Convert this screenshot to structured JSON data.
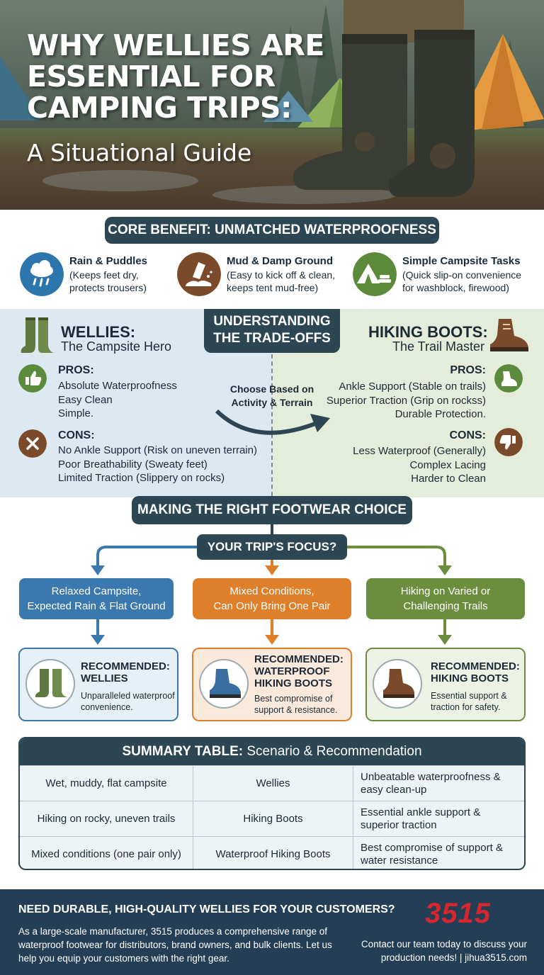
{
  "hero": {
    "title": "WHY WELLIES ARE ESSENTIAL FOR CAMPING TRIPS:",
    "subtitle": "A Situational Guide"
  },
  "core": {
    "title": "CORE BENEFIT: UNMATCHED WATERPROOFNESS",
    "benefits": [
      {
        "icon": "rain-cloud-icon",
        "title": "Rain & Puddles",
        "line1": "(Keeps feet dry,",
        "line2": "protects trousers)",
        "color": "#2d75ad"
      },
      {
        "icon": "mud-boot-icon",
        "title": "Mud & Damp Ground",
        "line1": "(Easy to kick off & clean,",
        "line2": "keeps tent mud-free)",
        "color": "#7a4a2a"
      },
      {
        "icon": "campsite-tent-icon",
        "title": "Simple Campsite Tasks",
        "line1": "(Quick slip-on convenience",
        "line2": "for washblock, firewood)",
        "color": "#5a8a3a"
      }
    ]
  },
  "tradeoffs": {
    "title_line1": "UNDERSTANDING",
    "title_line2": "THE TRADE-OFFS",
    "choose_line1": "Choose Based on",
    "choose_line2": "Activity & Terrain",
    "wellies": {
      "heading": "WELLIES:",
      "sub": "The Campsite Hero",
      "pros_label": "PROS:",
      "pros": [
        "Absolute Waterproofness",
        "Easy Clean",
        "Simple."
      ],
      "cons_label": "CONS:",
      "cons": [
        "No Ankle Support (Risk on uneven terrain)",
        "Poor Breathability (Sweaty feet)",
        "Limited Traction (Slippery on rocks)"
      ]
    },
    "boots": {
      "heading": "HIKING BOOTS:",
      "sub": "The Trail Master",
      "pros_label": "PROS:",
      "pros": [
        "Ankle Support (Stable on trails)",
        "Superior Traction (Grip on rockss)",
        "Durable Protection."
      ],
      "cons_label": "CONS:",
      "cons": [
        "Less Waterproof (Generally)",
        "Complex Lacing",
        "Harder to Clean"
      ]
    }
  },
  "decision": {
    "title": "MAKING THE RIGHT FOOTWEAR CHOICE",
    "focus": "YOUR TRIP'S FOCUS?",
    "options": [
      {
        "line1": "Relaxed Campsite,",
        "line2": "Expected Rain & Flat Ground",
        "color": "#3a78ad"
      },
      {
        "line1": "Mixed Conditions,",
        "line2": "Can Only Bring One Pair",
        "color": "#e07f2a"
      },
      {
        "line1": "Hiking on Varied or",
        "line2": "Challenging Trails",
        "color": "#6b8e3e"
      }
    ],
    "recs": [
      {
        "t1": "RECOMMENDED:",
        "t2": "WELLIES",
        "t3": "",
        "d1": "Unparalleled waterproof",
        "d2": "convenience.",
        "border": "#3a78ad",
        "bg": "#e6f0f7"
      },
      {
        "t1": "RECOMMENDED:",
        "t2": "WATERPROOF",
        "t3": "HIKING BOOTS",
        "d1": "Best compromise of",
        "d2": "support & resistance.",
        "border": "#e07f2a",
        "bg": "#fbeadb"
      },
      {
        "t1": "RECOMMENDED:",
        "t2": "HIKING BOOTS",
        "t3": "",
        "d1": "Essential support &",
        "d2": "traction for safety.",
        "border": "#6b8e3e",
        "bg": "#edf2e4"
      }
    ]
  },
  "table": {
    "title_bold": "SUMMARY TABLE:",
    "title_rest": " Scenario & Recommendation",
    "rows": [
      {
        "scenario": "Wet, muddy, flat campsite",
        "rec": "Wellies",
        "reason1": "Unbeatable waterproofness &",
        "reason2": "easy clean-up"
      },
      {
        "scenario": "Hiking on rocky, uneven trails",
        "rec": "Hiking Boots",
        "reason1": "Essential ankle support &",
        "reason2": "superior traction"
      },
      {
        "scenario": "Mixed conditions (one pair only)",
        "rec": "Waterproof Hiking Boots",
        "reason1": "Best compromise of support &",
        "reason2": "water resistance"
      }
    ]
  },
  "footer": {
    "heading": "NEED DURABLE, HIGH-QUALITY WELLIES FOR YOUR CUSTOMERS?",
    "body": "As a large-scale manufacturer, 3515 produces a comprehensive range of waterproof footwear for distributors, brand owners, and bulk clients. Let us help you equip your customers with the right gear.",
    "logo": "3515",
    "contact1": "Contact our team today to discuss your",
    "contact2": "production needs! | jihua3515.com"
  }
}
